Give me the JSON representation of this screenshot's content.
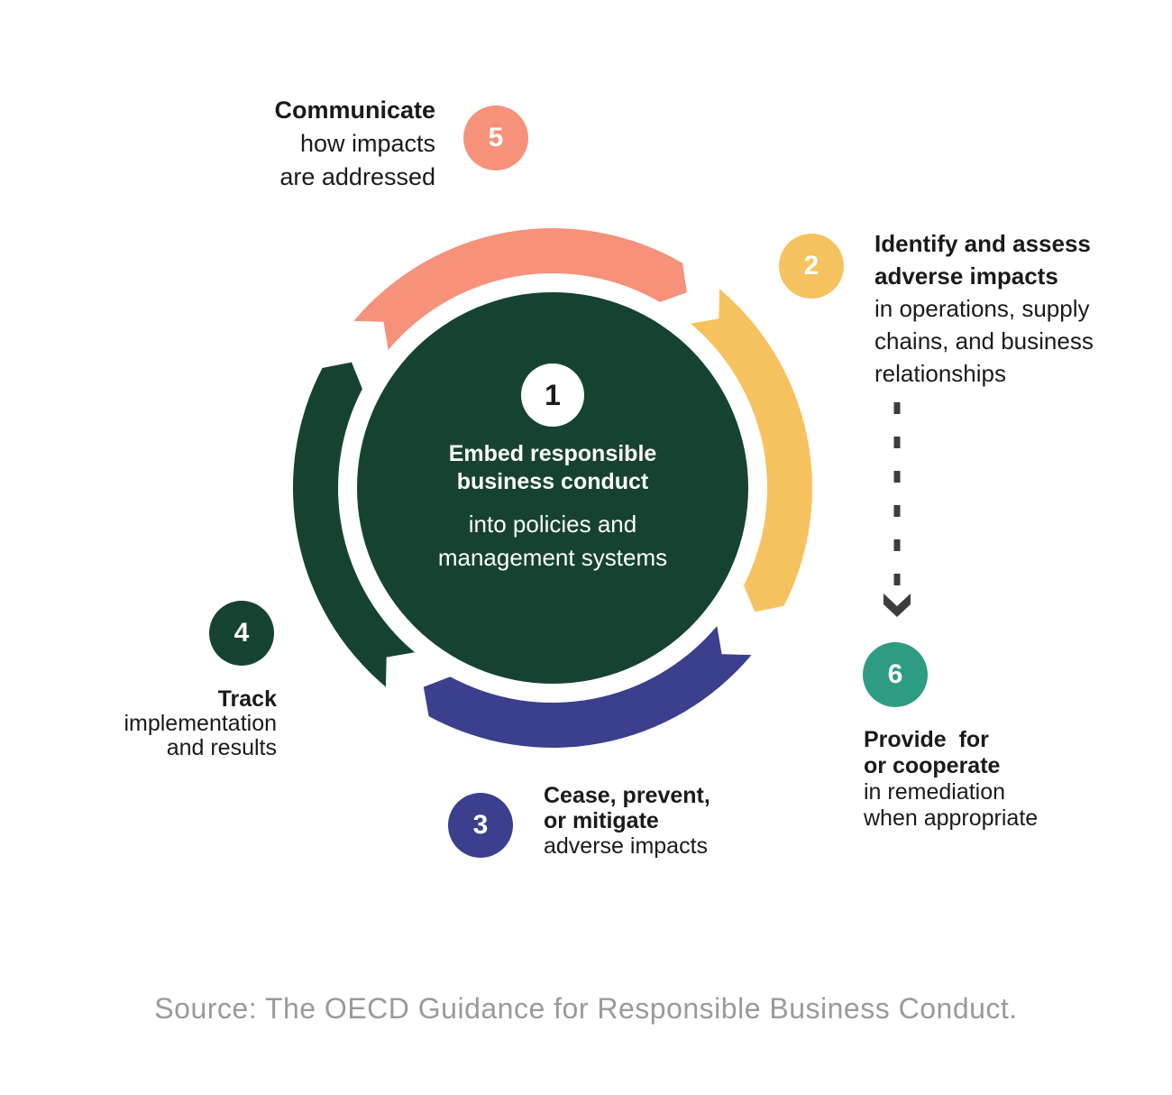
{
  "colors": {
    "salmon": "#F6917A",
    "yellow": "#F6C15F",
    "navy": "#3B3F8D",
    "dark_green": "#16432F",
    "teal": "#2E9C82",
    "badge_number_light_bg": "#FFFFFF",
    "step1_number_text": "#1A1A1A",
    "center_text": "#FFFFFF",
    "label_text": "#1A1A1A",
    "source_gray": "#9A9A9A",
    "arrow_gray": "#3D3D3D",
    "background": "#FFFFFF"
  },
  "steps": {
    "s1": {
      "number": "1",
      "bold1": "Embed responsible",
      "bold2": "business conduct",
      "line1": "into policies and",
      "line2": "management systems"
    },
    "s2": {
      "number": "2",
      "bold1": "Identify and assess",
      "bold2": "adverse impacts",
      "line1": "in operations, supply",
      "line2": "chains, and business",
      "line3": "relationships"
    },
    "s3": {
      "number": "3",
      "bold1": "Cease, prevent,",
      "bold2": "or mitigate",
      "line1": "adverse impacts"
    },
    "s4": {
      "number": "4",
      "bold1": "Track",
      "line1": "implementation",
      "line2": "and results"
    },
    "s5": {
      "number": "5",
      "bold1": "Communicate",
      "line1": "how impacts",
      "line2": "are addressed"
    },
    "s6": {
      "number": "6",
      "bold1": "Provide  for",
      "bold2": "or cooperate",
      "line1": "in remediation",
      "line2": "when appropriate"
    }
  },
  "source": "Source: The OECD Guidance for Responsible Business Conduct."
}
